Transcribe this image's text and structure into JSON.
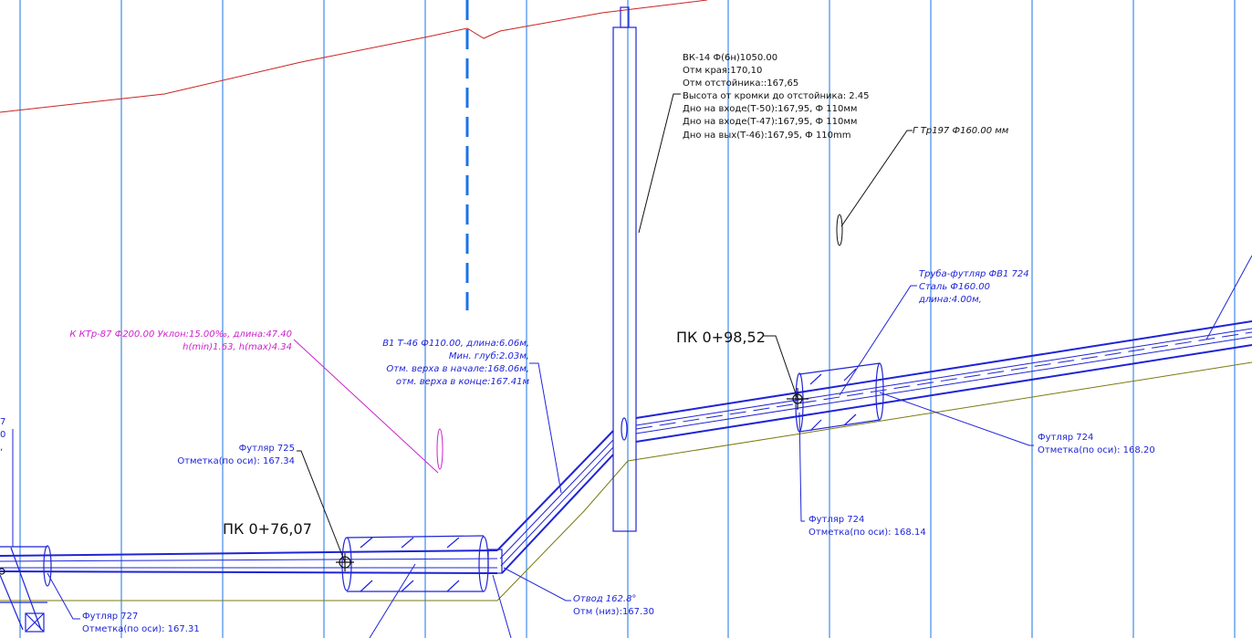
{
  "colors": {
    "background": "#ffffff",
    "grid": "#1a73e8",
    "terrain": "#cc2222",
    "pipe": "#1f24d6",
    "ground": "#7a7a10",
    "magenta": "#cc22cc",
    "black": "#111111",
    "blue_dash": "#1a73e8"
  },
  "well": {
    "title": "ВК-14  Ф(6н)1050.00",
    "lines": [
      "Отм края:170,10",
      "Отм отстойника::167,65",
      "Высота от кромки до отстойника: 2.45",
      "Дно на входе(Т-50):167,95, Ф 110мм",
      "Дно на входе(Т-47):167,95, Ф 110мм",
      "Дно на вых(Т-46):167,95, Ф 110mm"
    ]
  },
  "gas_label": "Г Тр197 Ф160.00 мм",
  "sleeve_pipe": {
    "lines": [
      "Труба-футляр ФВ1 724",
      "Сталь Ф160.00",
      "длина:4.00м,"
    ]
  },
  "magenta_label": {
    "lines": [
      "К КТр-87 Ф200.00 Уклон:15.00‰, длина:47.40",
      "h(min)1.63, h(max)4.34"
    ]
  },
  "b1_label": {
    "lines": [
      "В1 Т-46 Ф110.00, длина:6.06м,",
      "Мин. глуб:2.03м,",
      "Отм. верха в начале:168.06м,",
      "отм. верха в конце:167.41м"
    ]
  },
  "pk": [
    "ПК 0+98,52",
    "ПК 0+76,07"
  ],
  "sleeves": [
    {
      "title": "Футляр 725",
      "mark": "Отметка(по оси): 167.34"
    },
    {
      "title": "Футляр 724",
      "mark": "Отметка(по оси): 168.20"
    },
    {
      "title": "Футляр 724",
      "mark": "Отметка(по оси): 168.14"
    },
    {
      "title": "Футляр 727",
      "mark": "Отметка(по оси): 167.31"
    }
  ],
  "bend": {
    "lines": [
      "Отвод 162.8°",
      "Отм (низ):167.30"
    ]
  },
  "edge_labels": [
    "7",
    "0",
    ","
  ]
}
